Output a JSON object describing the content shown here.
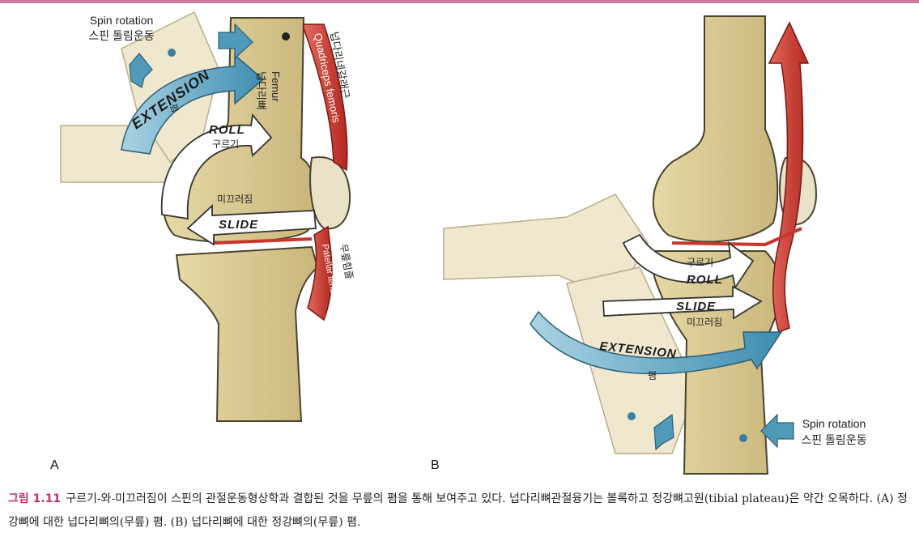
{
  "panel_a": {
    "letter": "A",
    "spin_label_en": "Spin rotation",
    "spin_label_ko": "스핀 돌림운동",
    "extension_label": "EXTENSION",
    "extension_ko": "폄",
    "roll_label": "ROLL",
    "roll_ko": "구르기",
    "slide_label": "SLIDE",
    "slide_ko": "미끄러짐",
    "femur_en": "Femur",
    "femur_ko": "넙다리뼈",
    "quadriceps_en": "Quadriceps femoris",
    "quadriceps_ko": "넙다리네갈래근",
    "patellar_en": "Patellar tendon",
    "patellar_ko": "무릎힘줄"
  },
  "panel_b": {
    "letter": "B",
    "roll_ko": "구르기",
    "roll_label": "ROLL",
    "slide_label": "SLIDE",
    "slide_ko": "미끄러짐",
    "extension_label": "EXTENSION",
    "extension_ko": "폄",
    "spin_label_en": "Spin rotation",
    "spin_label_ko": "스핀 돌림운동"
  },
  "caption": {
    "number": "그림 1.11",
    "text": "구르기-와-미끄러짐이 스핀의 관절운동형상학과 결합된 것을 무릎의 폄을 통해 보여주고 있다. 넙다리뼈관절융기는 볼록하고 정강뼈고원(tibial plateau)은 약간 오목하다. (A) 정강뼈에 대한 넙다리뼈의(무릎) 폄. (B) 넙다리뼈에 대한 정강뼈의(무릎) 폄."
  },
  "colors": {
    "bone": "#dccd96",
    "bone_shade": "#c7b47a",
    "muscle": "#c8352c",
    "arrow_blue": "#4f9ab9",
    "arrow_white": "#ffffff",
    "accent": "#c0306a"
  }
}
